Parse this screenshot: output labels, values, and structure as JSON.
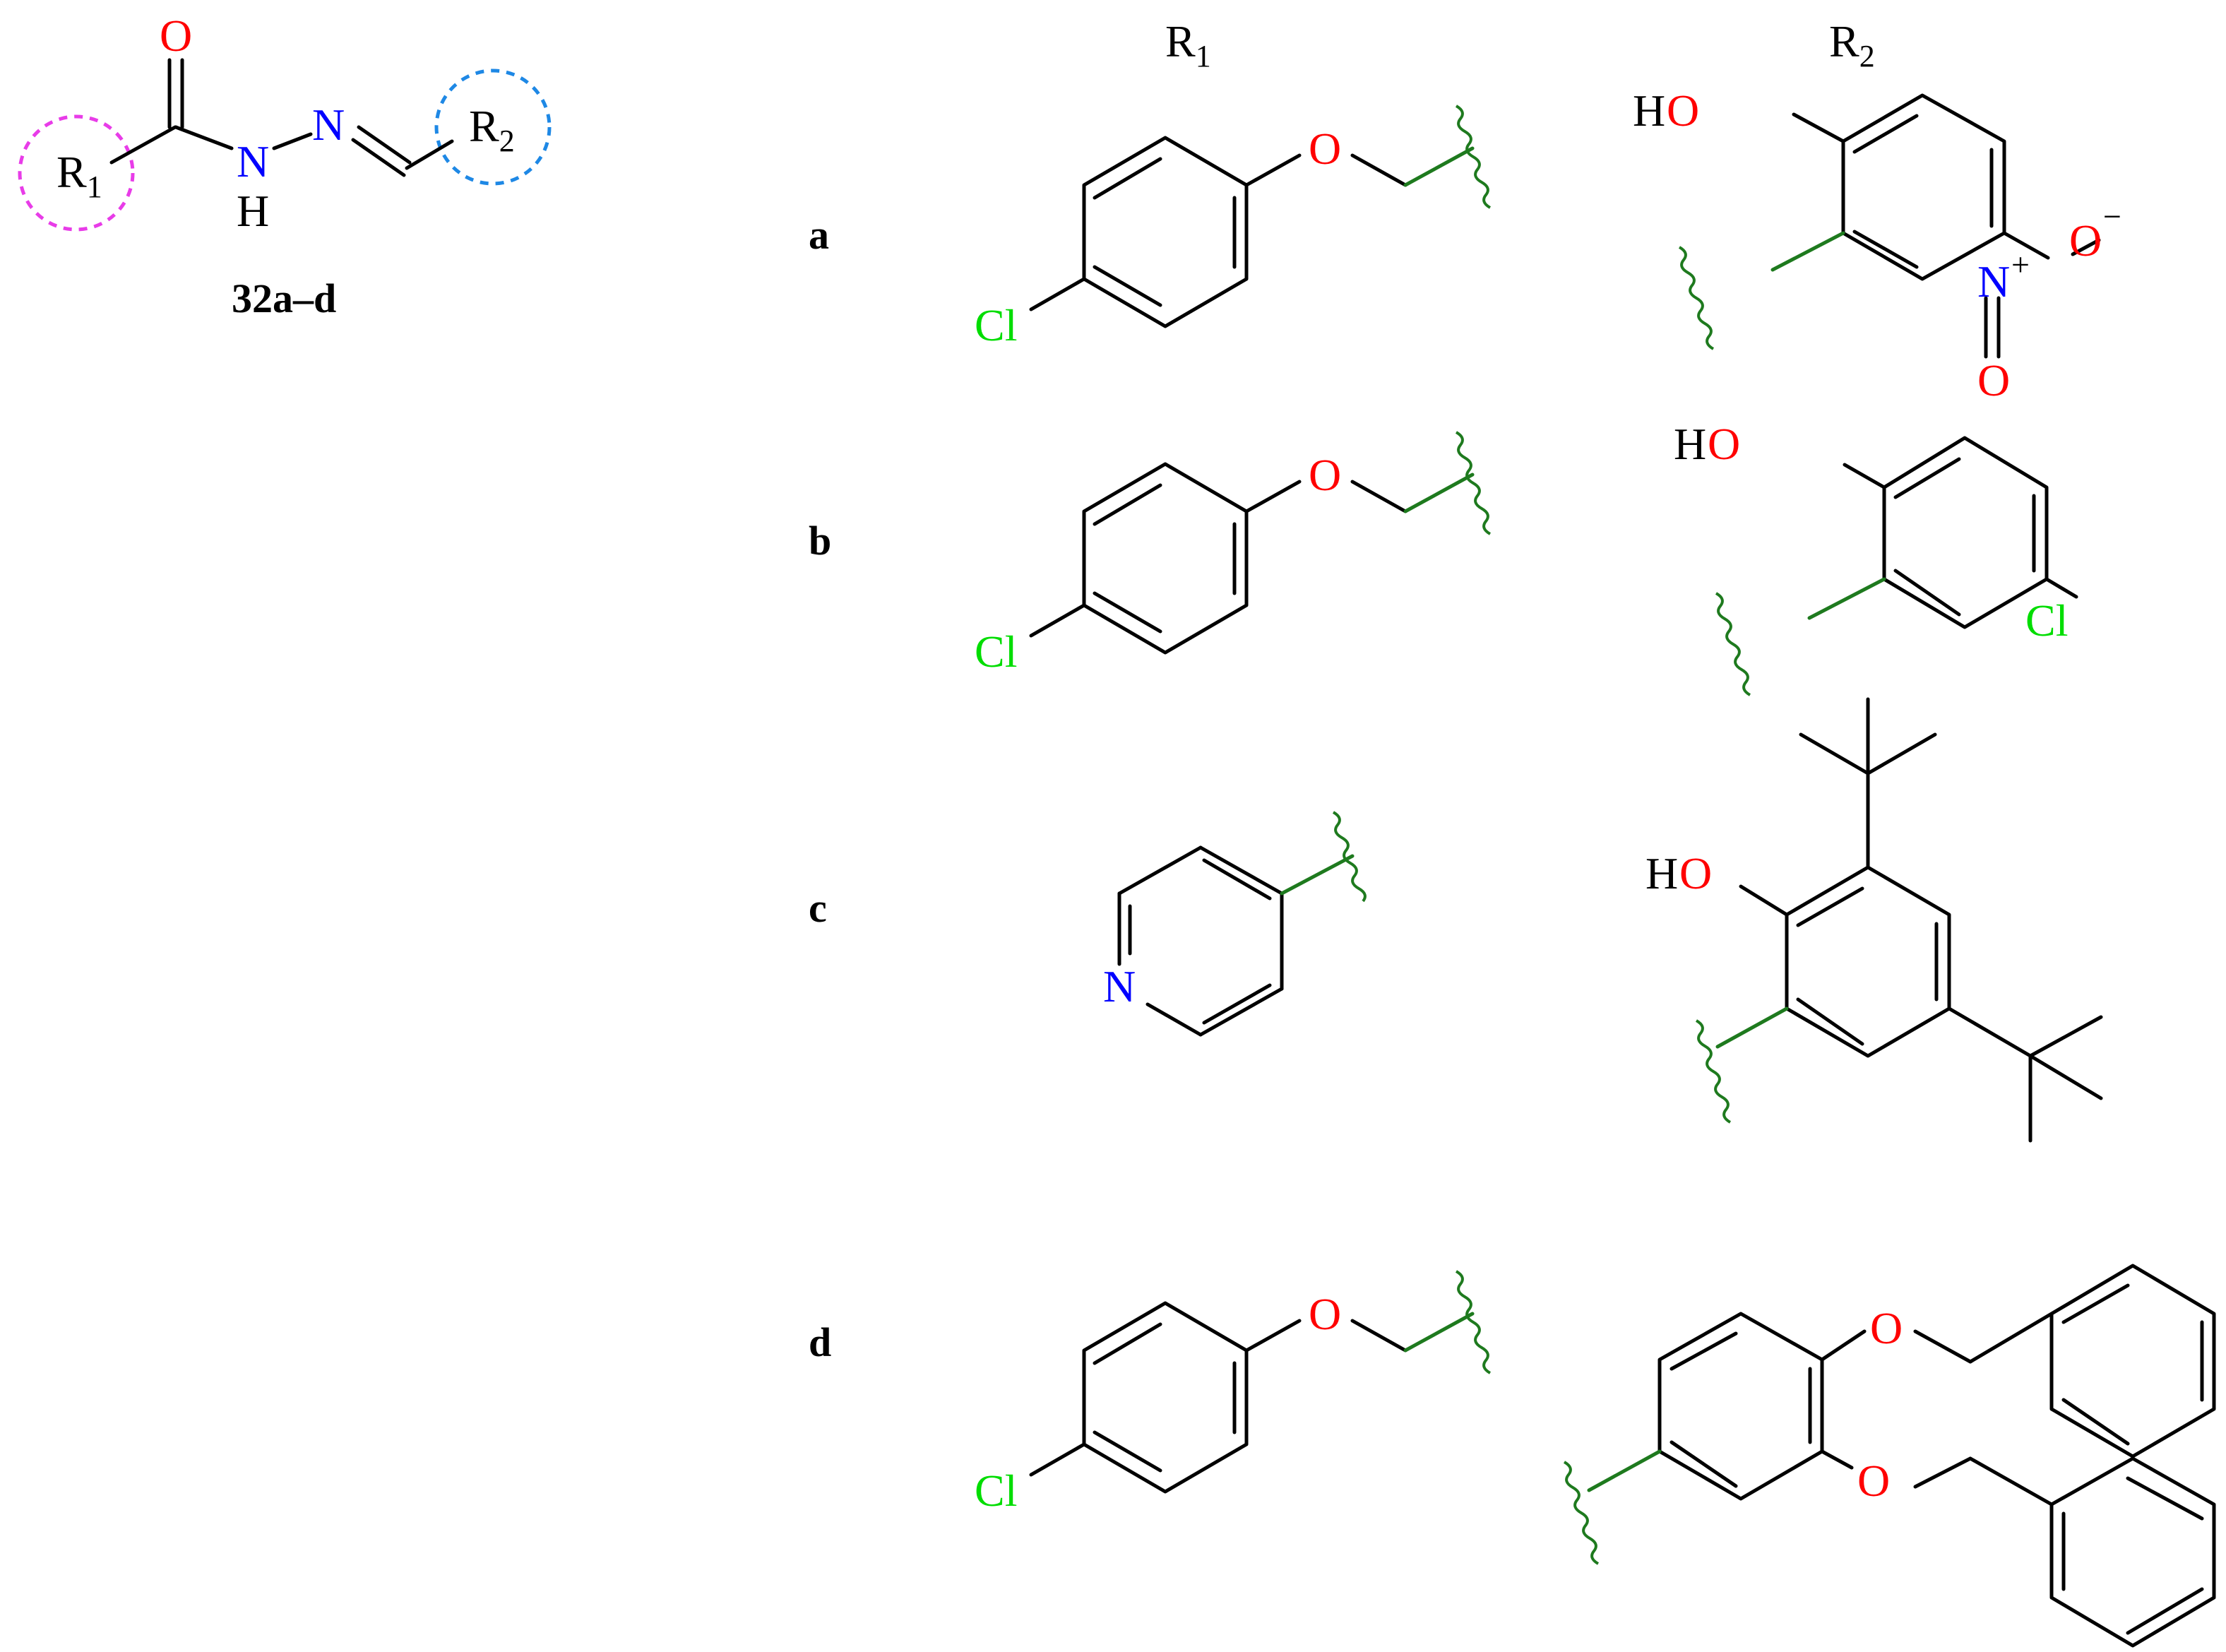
{
  "colors": {
    "bond": "#000000",
    "oxygen": "#ff0000",
    "nitrogen": "#0000ff",
    "chlorine": "#00dd00",
    "attachment": "#1e7a1e",
    "r1_circle": "#e83ce8",
    "r2_circle": "#1e88e5"
  },
  "scaffold": {
    "compound_label": "32a–d",
    "r1": {
      "letter": "R",
      "sub": "1"
    },
    "r2": {
      "letter": "R",
      "sub": "2"
    },
    "atoms": {
      "O": "O",
      "N": "N",
      "NH_N": "N",
      "NH_H": "H"
    }
  },
  "headers": {
    "r1": {
      "letter": "R",
      "sub": "1"
    },
    "r2": {
      "letter": "R",
      "sub": "2"
    }
  },
  "rows": [
    {
      "label": "a"
    },
    {
      "label": "b"
    },
    {
      "label": "c"
    },
    {
      "label": "d"
    }
  ],
  "atoms": {
    "O": "O",
    "N": "N",
    "Cl": "Cl",
    "H": "H",
    "plus": "+",
    "minus": "−"
  }
}
